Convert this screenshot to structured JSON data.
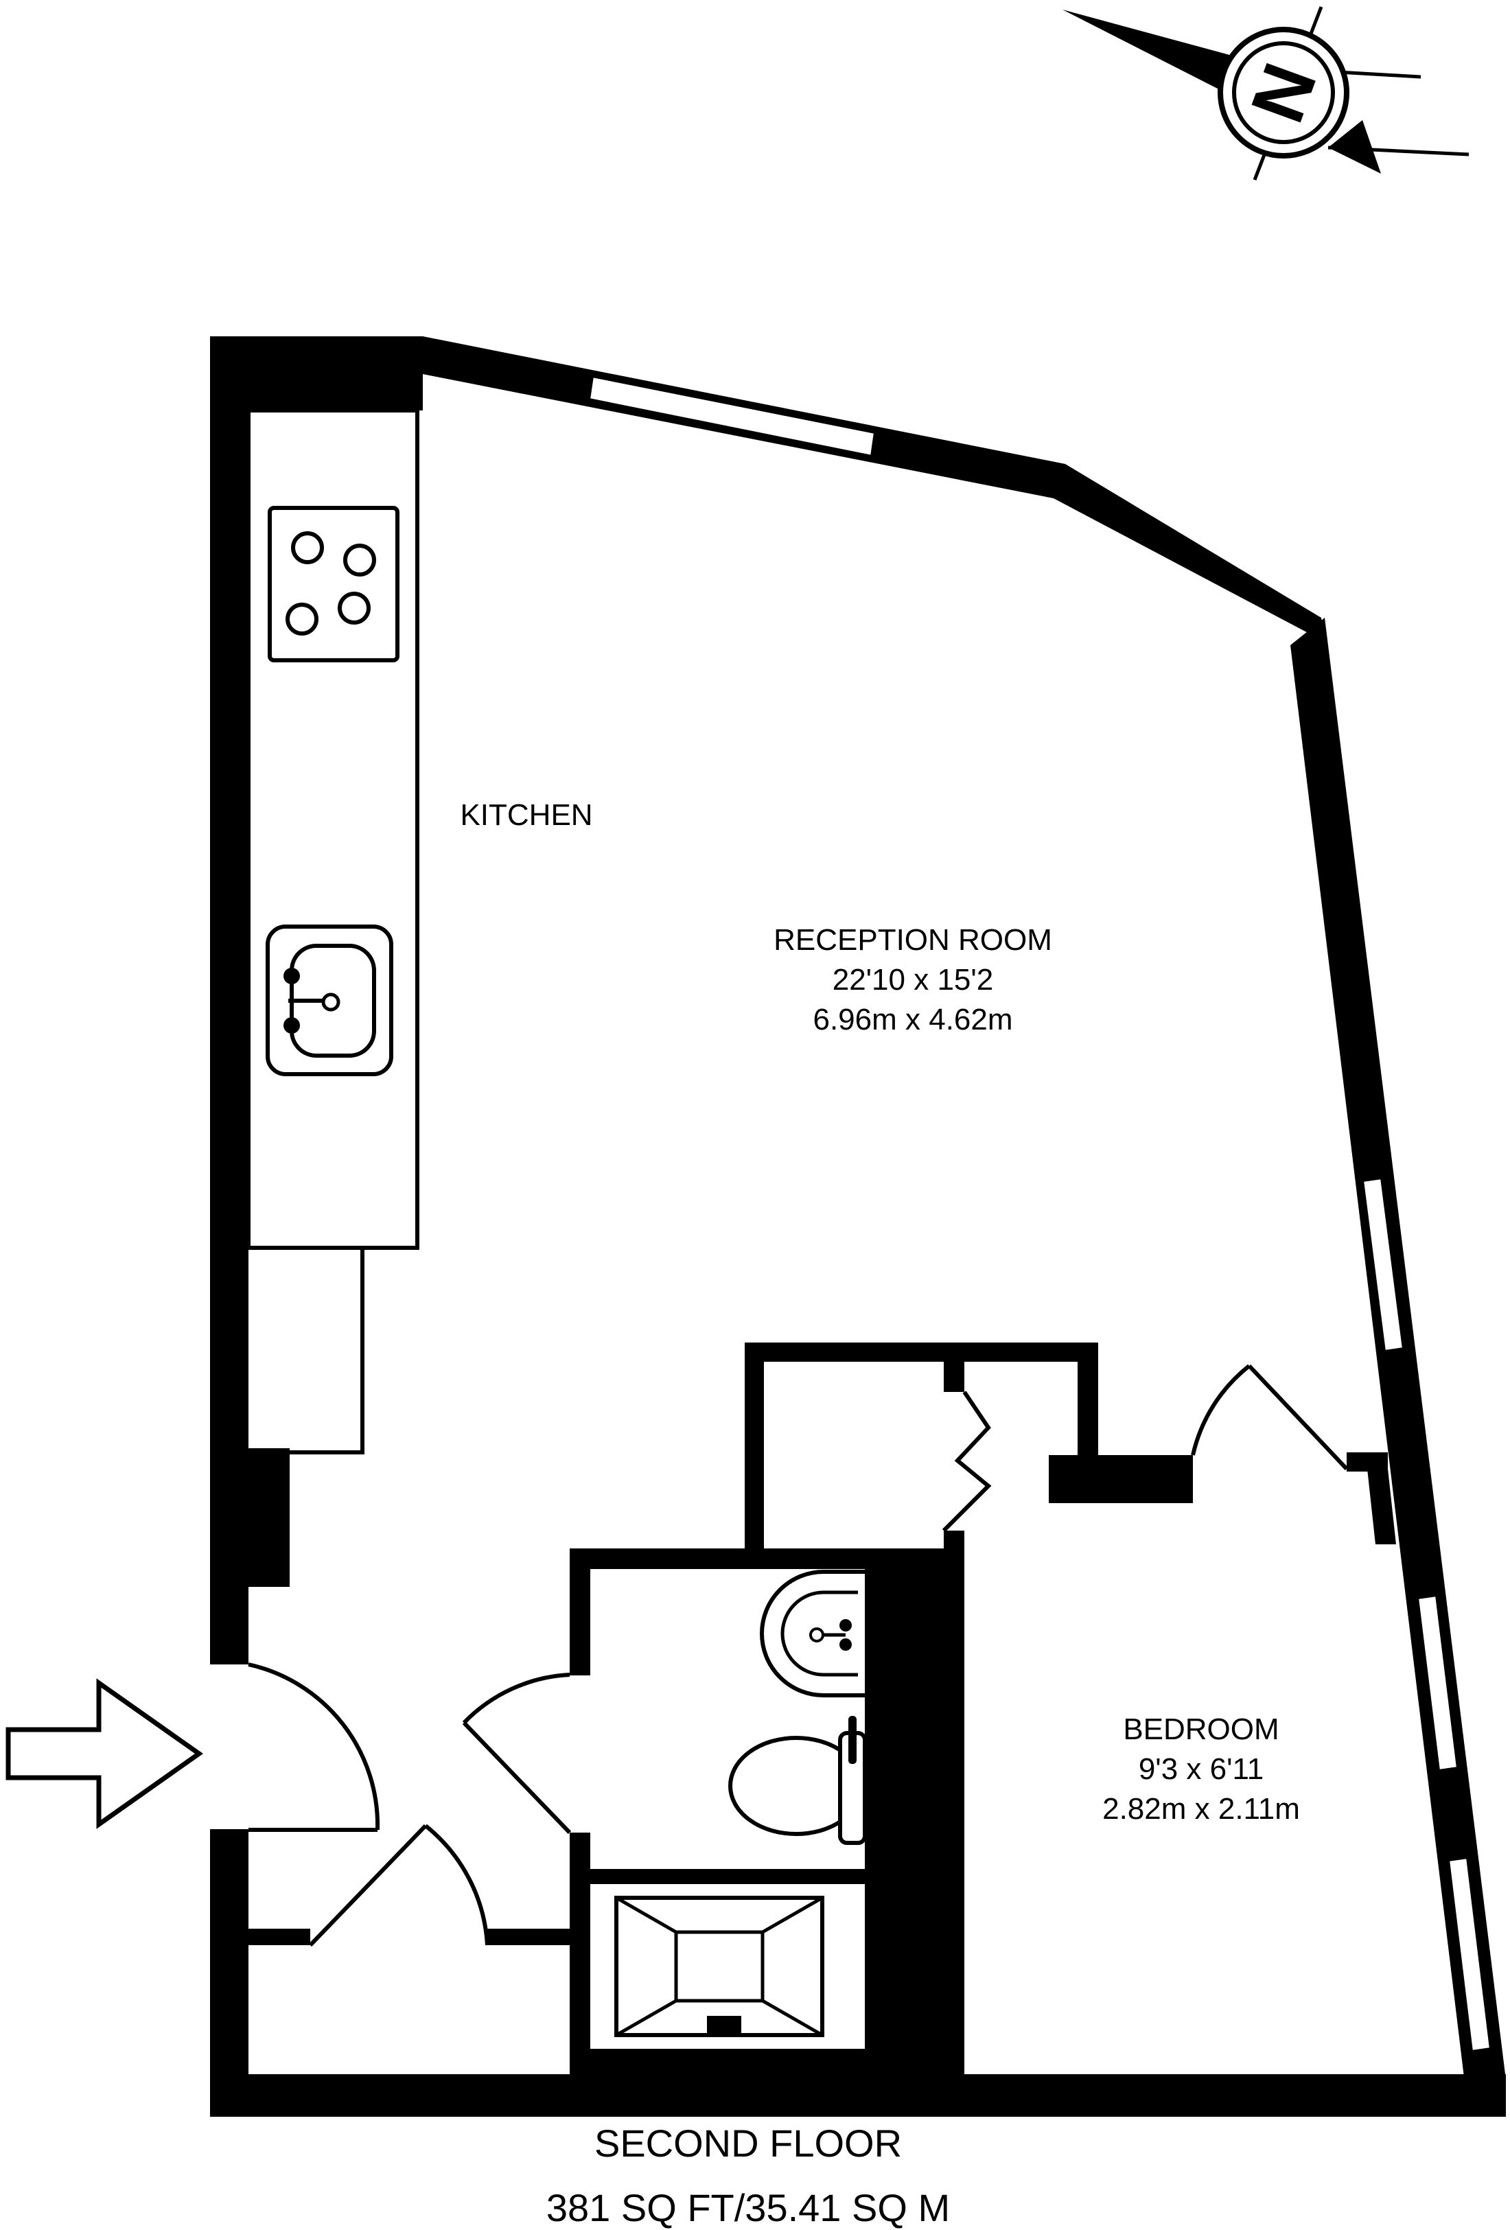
{
  "compass": {
    "letter": "N",
    "icon": "north-compass-icon"
  },
  "entrance": {
    "icon": "entrance-arrow-icon"
  },
  "rooms": {
    "kitchen": {
      "name": "KITCHEN"
    },
    "reception": {
      "name": "RECEPTION ROOM",
      "size_imperial": "22'10 x 15'2",
      "size_metric": "6.96m x 4.62m"
    },
    "bedroom": {
      "name": "BEDROOM",
      "size_imperial": "9'3 x 6'11",
      "size_metric": "2.82m x 2.11m"
    }
  },
  "fixtures": [
    "hob-icon",
    "kitchen-sink-icon",
    "wash-basin-icon",
    "toilet-icon",
    "shower-tray-icon"
  ],
  "floor": {
    "name": "SECOND FLOOR",
    "area": "381 SQ FT/35.41 SQ M"
  }
}
